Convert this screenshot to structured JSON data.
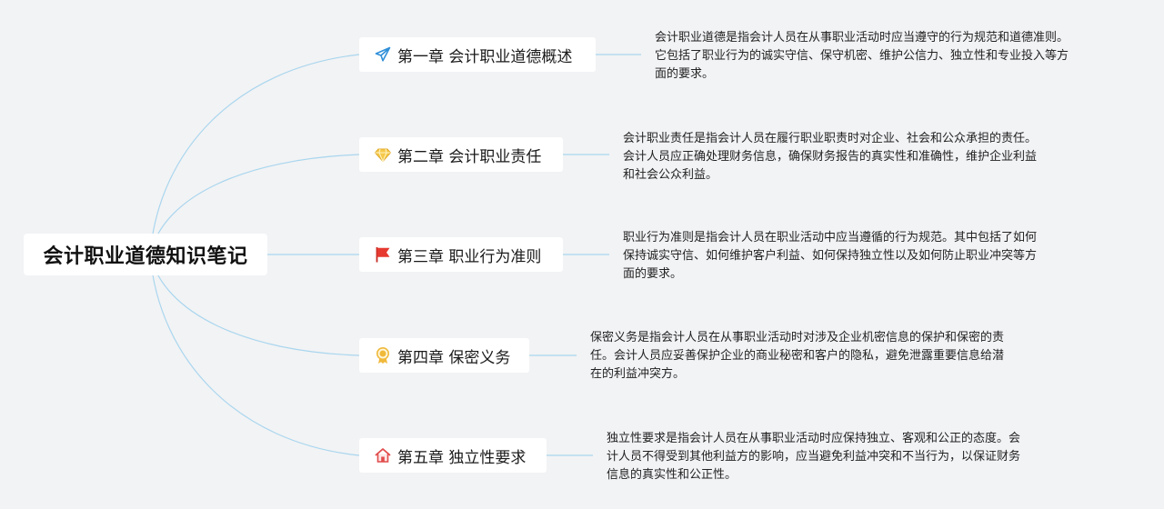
{
  "root": {
    "title": "会计职业道德知识笔记"
  },
  "colors": {
    "background": "#f2f3f5",
    "link": "#a9d6ee",
    "icon_send": "#2f8fd8",
    "icon_gem": "#f6c94a",
    "icon_flag": "#e6392f",
    "icon_medal": "#f0b93a",
    "icon_home": "#e24b4b"
  },
  "chapters": [
    {
      "icon": "send-icon",
      "label": "第一章 会计职业道德概述",
      "desc": [
        "会计职业道德是指会计人员在从事职业活动时应当遵守的行为规范和道德准则。",
        "它包括了职业行为的诚实守信、保守机密、维护公信力、独立性和专业投入等方",
        "面的要求。"
      ]
    },
    {
      "icon": "gem-icon",
      "label": "第二章 会计职业责任",
      "desc": [
        "会计职业责任是指会计人员在履行职业职责时对企业、社会和公众承担的责任。",
        "会计人员应正确处理财务信息，确保财务报告的真实性和准确性，维护企业利益",
        "和社会公众利益。"
      ]
    },
    {
      "icon": "flag-icon",
      "label": "第三章 职业行为准则",
      "desc": [
        "职业行为准则是指会计人员在职业活动中应当遵循的行为规范。其中包括了如何",
        "保持诚实守信、如何维护客户利益、如何保持独立性以及如何防止职业冲突等方",
        "面的要求。"
      ]
    },
    {
      "icon": "medal-icon",
      "label": "第四章 保密义务",
      "desc": [
        "保密义务是指会计人员在从事职业活动时对涉及企业机密信息的保护和保密的责",
        "任。会计人员应妥善保护企业的商业秘密和客户的隐私，避免泄露重要信息给潜",
        "在的利益冲突方。"
      ]
    },
    {
      "icon": "home-icon",
      "label": "第五章 独立性要求",
      "desc": [
        "独立性要求是指会计人员在从事职业活动时应保持独立、客观和公正的态度。会",
        "计人员不得受到其他利益方的影响，应当避免利益冲突和不当行为，以保证财务",
        "信息的真实性和公正性。"
      ]
    }
  ]
}
